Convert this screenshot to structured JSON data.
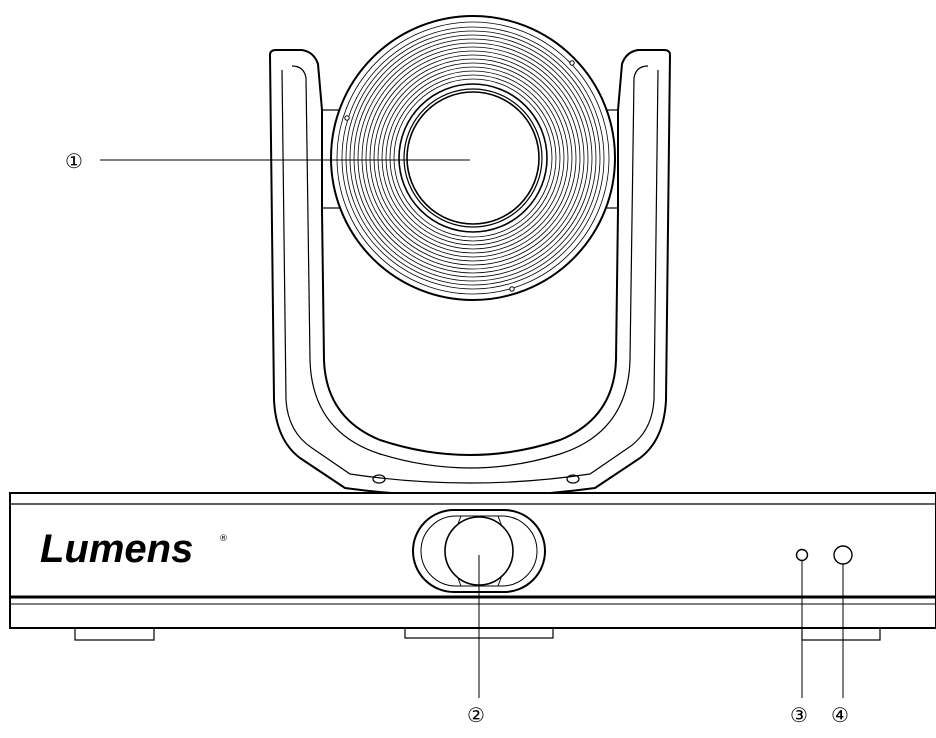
{
  "brand": {
    "logo_text": "Lumens",
    "registered_mark": "®"
  },
  "callouts": [
    {
      "label": "①",
      "part": "lens"
    },
    {
      "label": "②",
      "part": "front-sensor-window"
    },
    {
      "label": "③",
      "part": "small-indicator"
    },
    {
      "label": "④",
      "part": "round-indicator"
    }
  ],
  "colors": {
    "line": "#000000",
    "background": "#ffffff"
  }
}
